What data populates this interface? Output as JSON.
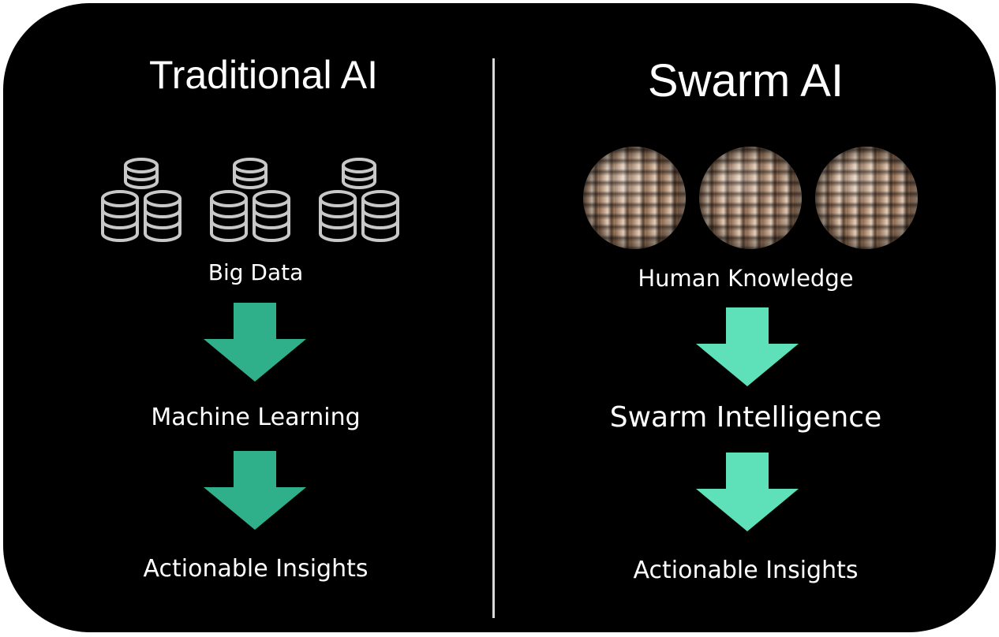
{
  "left": {
    "title": "Traditional AI",
    "steps": [
      "Big Data",
      "Machine Learning",
      "Actionable Insights"
    ],
    "icon": "database-icon",
    "arrow_color": "#2fb08a"
  },
  "right": {
    "title": "Swarm AI",
    "steps": [
      "Human Knowledge",
      "Swarm Intelligence",
      "Actionable Insights"
    ],
    "icon": "people-sphere-icon",
    "arrow_color": "#5ee0b8"
  },
  "colors": {
    "background": "#000000",
    "text": "#ffffff",
    "divider": "#d9d9d9",
    "database_icon": "#c8c8c8"
  }
}
